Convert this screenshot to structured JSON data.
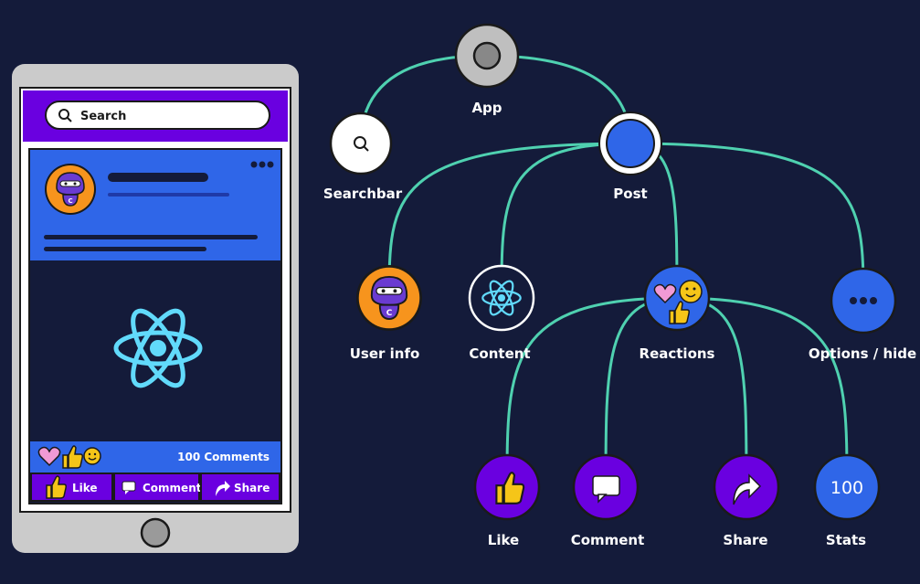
{
  "phone": {
    "search_label": "Search",
    "comments_label": "100 Comments",
    "actions": [
      "Like",
      "Comment",
      "Share"
    ]
  },
  "tree": {
    "nodes": [
      {
        "id": "app",
        "label": "App"
      },
      {
        "id": "searchbar",
        "label": "Searchbar"
      },
      {
        "id": "post",
        "label": "Post"
      },
      {
        "id": "userinfo",
        "label": "User info"
      },
      {
        "id": "content",
        "label": "Content"
      },
      {
        "id": "reactions",
        "label": "Reactions"
      },
      {
        "id": "options",
        "label": "Options / hide"
      },
      {
        "id": "like",
        "label": "Like"
      },
      {
        "id": "comment",
        "label": "Comment"
      },
      {
        "id": "share",
        "label": "Share"
      },
      {
        "id": "stats",
        "label": "Stats",
        "badge": "100"
      }
    ],
    "edges": [
      [
        "app",
        "searchbar"
      ],
      [
        "app",
        "post"
      ],
      [
        "post",
        "userinfo"
      ],
      [
        "post",
        "content"
      ],
      [
        "post",
        "reactions"
      ],
      [
        "post",
        "options"
      ],
      [
        "reactions",
        "like"
      ],
      [
        "reactions",
        "comment"
      ],
      [
        "reactions",
        "share"
      ],
      [
        "reactions",
        "stats"
      ]
    ]
  },
  "colors": {
    "background": "#141b3a",
    "edge": "#4fd1b0",
    "purple": "#6a00e0",
    "blue": "#2f66e8",
    "orange": "#f7941d",
    "react": "#61dafb"
  }
}
